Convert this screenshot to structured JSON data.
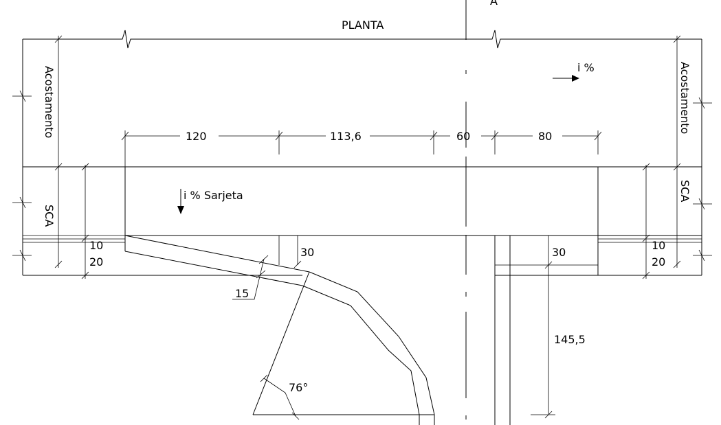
{
  "title": "PLANTA",
  "section_marker": "A",
  "labels": {
    "acostamento_left": "Acostamento",
    "acostamento_right": "Acostamento",
    "sca_left": "SCA",
    "sca_right": "SCA",
    "slope_pavement": "i %",
    "slope_gutter": "i % Sarjeta"
  },
  "dimensions": {
    "d_120": "120",
    "d_113_6": "113,6",
    "d_60": "60",
    "d_80": "80",
    "d_10_left": "10",
    "d_20_left": "20",
    "d_30_left": "30",
    "d_15": "15",
    "d_30_right": "30",
    "d_10_right": "10",
    "d_20_right": "20",
    "d_145_5": "145,5",
    "angle_76": "76°"
  }
}
